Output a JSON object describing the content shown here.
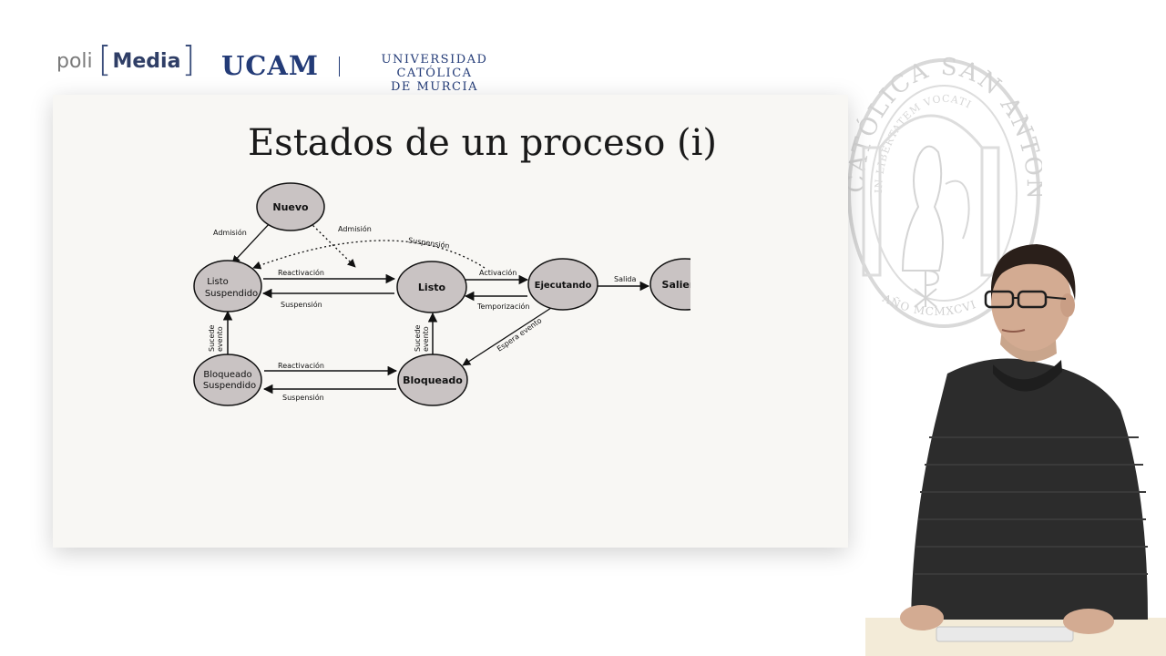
{
  "header": {
    "poli_word": "poli",
    "media_word": "Media",
    "ucam": "UCAM",
    "university_line1": "UNIVERSIDAD CATÓLICA",
    "university_line2": "DE MURCIA"
  },
  "seal": {
    "text_top": "CATÓLICA SAN ANTONIO",
    "text_motto": "IN LIBERTATEM VOCATI",
    "text_bottom": "AÑO MCMXCVI"
  },
  "slide": {
    "title": "Estados de un proceso (i)"
  },
  "diagram": {
    "nodes": {
      "nuevo": "Nuevo",
      "listo_suspendido_1": "Listo",
      "listo_suspendido_2": "Suspendido",
      "listo": "Listo",
      "ejecutando": "Ejecutando",
      "saliente": "Saliente",
      "bloqueado_suspendido_1": "Bloqueado",
      "bloqueado_suspendido_2": "Suspendido",
      "bloqueado": "Bloqueado"
    },
    "edges": {
      "admision_left": "Admisión",
      "admision_right": "Admisión",
      "suspension_top": "Suspensión",
      "reactivacion_top": "Reactivación",
      "suspension_mid": "Suspensión",
      "activacion": "Activación",
      "temporizacion": "Temporización",
      "salida": "Salida",
      "sucede_evento_left_1": "Sucede",
      "sucede_evento_left_2": "evento",
      "sucede_evento_mid_1": "Sucede",
      "sucede_evento_mid_2": "evento",
      "espera_evento": "Espera evento",
      "reactivacion_bottom": "Reactivación",
      "suspension_bottom": "Suspensión"
    }
  },
  "colors": {
    "brand_navy": "#233b77",
    "node_fill": "#c9c3c3",
    "slide_bg": "#f8f7f4"
  }
}
